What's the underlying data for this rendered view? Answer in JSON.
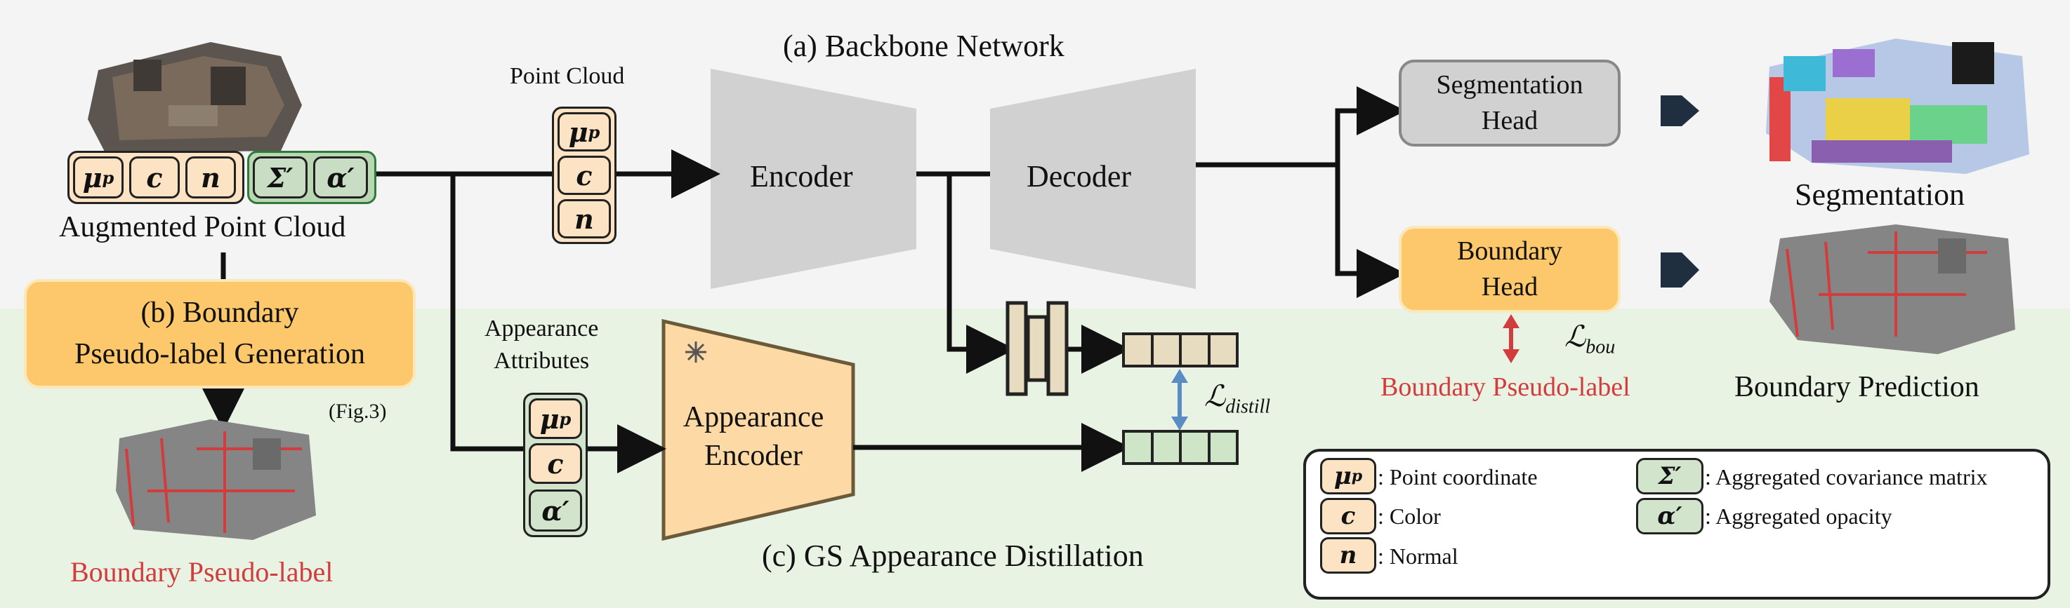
{
  "backbone": {
    "title": "(a) Backbone Network",
    "encoder": "Encoder",
    "decoder": "Decoder",
    "point_cloud_label": "Point Cloud"
  },
  "augmented": {
    "label": "Augmented Point Cloud"
  },
  "symbols": {
    "mu": "μ",
    "mu_sup": "p",
    "c": "c",
    "n": "n",
    "sigma": "Σ′",
    "alpha": "α′"
  },
  "heads": {
    "seg_line1": "Segmentation",
    "seg_line2": "Head",
    "seg_output": "Segmentation",
    "bou_line1": "Boundary",
    "bou_line2": "Head",
    "bou_output": "Boundary Prediction",
    "bou_pseudo": "Boundary Pseudo-label",
    "bou_loss": "ℒ",
    "bou_loss_sub": "bou"
  },
  "boundary_gen": {
    "line1": "(b) Boundary",
    "line2": "Pseudo-label Generation",
    "ref": "(Fig.3)",
    "output_label": "Boundary Pseudo-label"
  },
  "distill": {
    "title": "(c) GS Appearance Distillation",
    "appearance_line1": "Appearance",
    "appearance_line2": "Attributes",
    "enc_line1": "Appearance",
    "enc_line2": "Encoder",
    "loss": "ℒ",
    "loss_sub": "distill"
  },
  "legend": {
    "mu": ": Point coordinate",
    "c": ": Color",
    "n": ": Normal",
    "sigma": ": Aggregated covariance matrix",
    "alpha": ": Aggregated opacity"
  },
  "colors": {
    "accent_orange": "#fcc86b",
    "boundary_red": "#d23c3c",
    "distill_blue": "#5b8cc4",
    "panel_green": "#e9f3e4",
    "panel_gray": "#f4f4f4",
    "arrow_dark": "#1f2f3f"
  }
}
